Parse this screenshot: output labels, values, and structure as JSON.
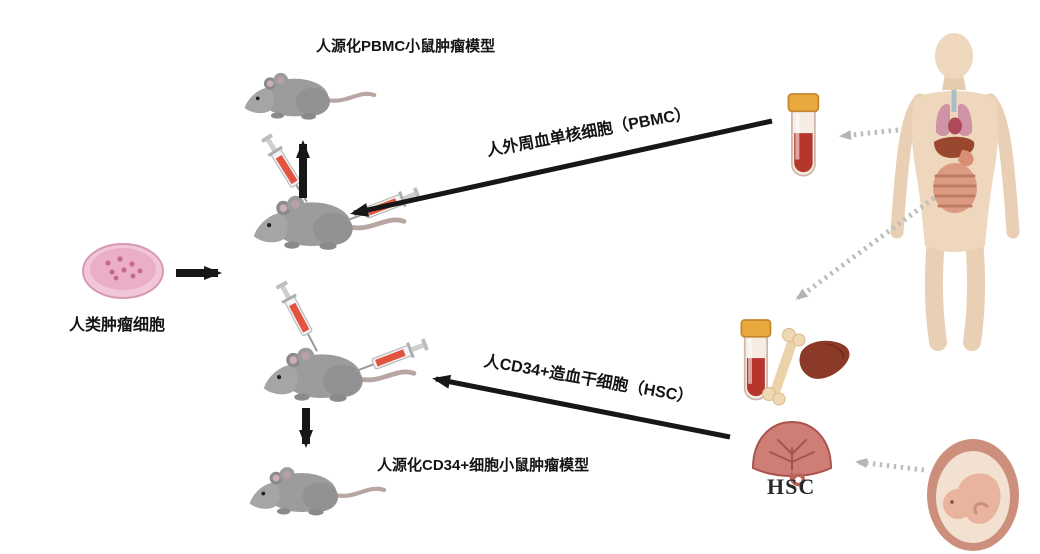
{
  "scene": {
    "background": "#ffffff"
  },
  "labels": {
    "top_model": "人源化PBMC小鼠肿瘤模型",
    "tumor_cells": "人类肿瘤细胞",
    "pbmc_arrow": "人外周血单核细胞（PBMC）",
    "hsc_arrow": "人CD34+造血干细胞（HSC）",
    "bottom_model": "人源化CD34+细胞小鼠肿瘤模型",
    "hsc_caption": "HSC"
  },
  "icons": [
    "petri-dish-icon",
    "tumor-model-mouse-top-icon",
    "injected-mouse-pbmc-icon",
    "injected-mouse-hsc-icon",
    "tumor-model-mouse-bottom-icon",
    "syringe-icon",
    "blood-tube-icon",
    "bone-icon",
    "liver-icon",
    "placenta-icon",
    "fetus-icon",
    "human-body-icon",
    "solid-arrow",
    "dashed-arrow"
  ],
  "colors": {
    "arrow_solid": "#171717",
    "arrow_dashed": "#bdbdbd",
    "mouse_gray": "#9c9c9c",
    "blood_red": "#b5372b",
    "tube_cap_orange": "#e9a93f",
    "skin_tone": "#eed7bd",
    "petri_pink": "#eaaec7",
    "liver_maroon": "#8b3a28",
    "placenta_red": "#cf7e76",
    "bone_tan": "#eed3aa",
    "syringe_liquid": "#e2543f"
  }
}
